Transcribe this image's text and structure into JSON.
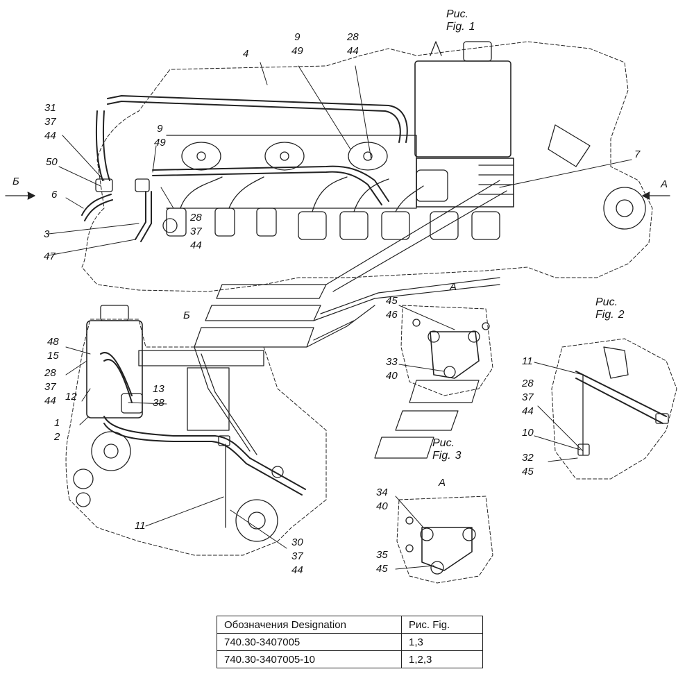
{
  "figures": {
    "fig1": {
      "ru": "Рис.",
      "en": "Fig.",
      "num": "1"
    },
    "fig2": {
      "ru": "Рис.",
      "en": "Fig.",
      "num": "2"
    },
    "fig3": {
      "ru": "Рис.",
      "en": "Fig.",
      "num": "3"
    }
  },
  "views": {
    "arrow_b": "Б",
    "arrow_a": "А",
    "view_b": "Б",
    "view_a1": "А",
    "view_a2": "А"
  },
  "callouts": {
    "c4": "4",
    "c9_49_top": [
      "9",
      "49"
    ],
    "c28_44_top": [
      "28",
      "44"
    ],
    "c31_37_44": [
      "31",
      "37",
      "44"
    ],
    "c9_49_mid": [
      "9",
      "49"
    ],
    "c50": "50",
    "c6": "6",
    "c3": "3",
    "c47": "47",
    "c28_37_44_mid": [
      "28",
      "37",
      "44"
    ],
    "c7": "7",
    "c45_46": [
      "45",
      "46"
    ],
    "c33_40": [
      "33",
      "40"
    ],
    "c48_15": [
      "48",
      "15"
    ],
    "c28_37_44_left": [
      "28",
      "37",
      "44"
    ],
    "c12": "12",
    "c13_38": [
      "13",
      "38"
    ],
    "c1_2": [
      "1",
      "2"
    ],
    "c11_left": "11",
    "c30_37_44": [
      "30",
      "37",
      "44"
    ],
    "c34_40": [
      "34",
      "40"
    ],
    "c35_45": [
      "35",
      "45"
    ],
    "c11_right": "11",
    "c28_37_44_right": [
      "28",
      "37",
      "44"
    ],
    "c10": "10",
    "c32_45": [
      "32",
      "45"
    ]
  },
  "table": {
    "header": [
      "Обозначения Designation",
      "Рис. Fig."
    ],
    "rows": [
      [
        "740.30-3407005",
        "1,3"
      ],
      [
        "740.30-3407005-10",
        "1,2,3"
      ]
    ]
  }
}
